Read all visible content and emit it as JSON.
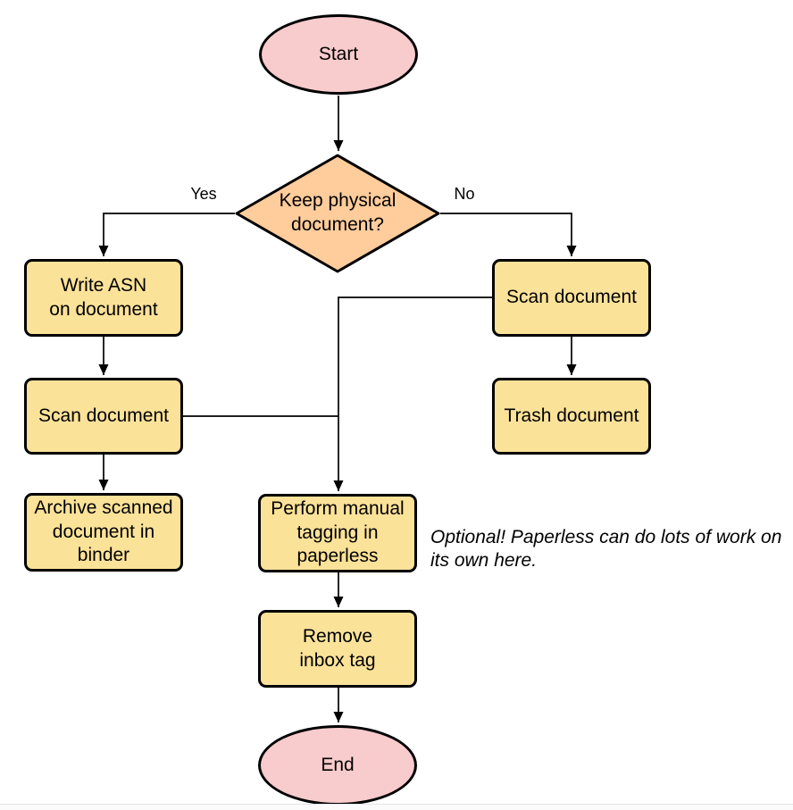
{
  "diagram": {
    "nodes": {
      "start": {
        "shape": "oval",
        "label": "Start"
      },
      "decision": {
        "shape": "diamond",
        "label": "Keep physical\ndocument?"
      },
      "write_asn": {
        "shape": "box",
        "label": "Write ASN\non document"
      },
      "scan_left": {
        "shape": "box",
        "label": "Scan document"
      },
      "archive": {
        "shape": "box",
        "label": "Archive scanned\ndocument in\nbinder"
      },
      "scan_right": {
        "shape": "box",
        "label": "Scan document"
      },
      "trash": {
        "shape": "box",
        "label": "Trash document"
      },
      "tagging": {
        "shape": "box",
        "label": "Perform manual\ntagging in\npaperless"
      },
      "remove_inbox": {
        "shape": "box",
        "label": "Remove\ninbox tag"
      },
      "end": {
        "shape": "oval",
        "label": "End"
      }
    },
    "edge_labels": {
      "yes": "Yes",
      "no": "No"
    },
    "annotation": "Optional! Paperless can do lots of work on\nits own here.",
    "colors": {
      "terminal_fill": "#F8CBCC",
      "decision_fill": "#FFCC9C",
      "process_fill": "#FBE299",
      "stroke": "#000000",
      "line": "#000000"
    }
  }
}
